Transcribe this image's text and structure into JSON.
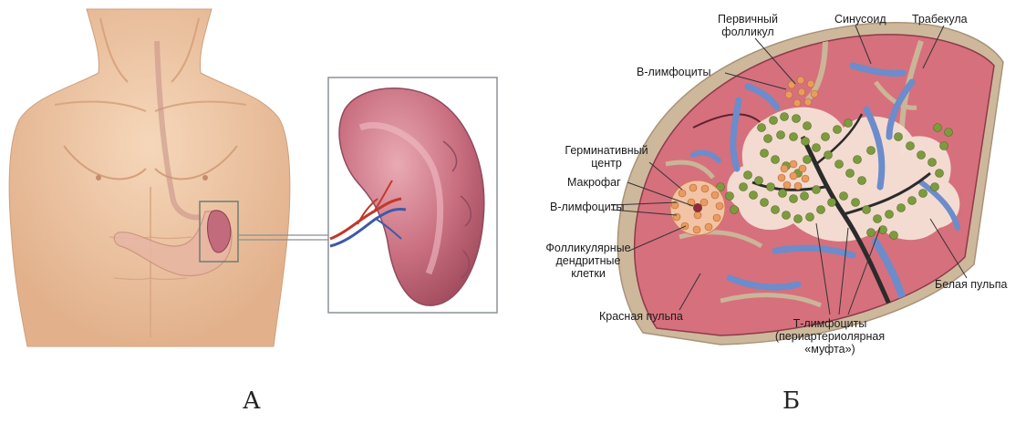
{
  "panels": {
    "a": {
      "letter": "А"
    },
    "b": {
      "letter": "Б"
    }
  },
  "labels": {
    "primary_follicle": [
      "Первичный",
      "фолликул"
    ],
    "sinusoid": "Синусоид",
    "trabecula": "Трабекула",
    "b_lymphocytes_top": "В-лимфоциты",
    "germinal_center": [
      "Герминативный",
      "центр"
    ],
    "macrophage": "Макрофаг",
    "b_lymphocytes_mid": "В-лимфоциты",
    "follicular_dendritic": [
      "Фолликулярные",
      "дендритные",
      "клетки"
    ],
    "red_pulp": "Красная пульпа",
    "white_pulp": "Белая пульпа",
    "t_lymphocytes": [
      "Т-лимфоциты",
      "(периартериолярная",
      "«муфта»)"
    ]
  },
  "colors": {
    "skin": "#f1c9a6",
    "skin_shadow": "#dca983",
    "spleen": "#c9707f",
    "spleen_light": "#e6a3ad",
    "capsule": "#c8b49a",
    "red_pulp": "#d9737f",
    "white_pulp_bg": "#f6e3da",
    "lymph_green": "#7c9a3d",
    "vessel_blue": "#6b8fcf",
    "artery_dark": "#2c2c2c",
    "follicle_orange": "#e59b5b"
  }
}
